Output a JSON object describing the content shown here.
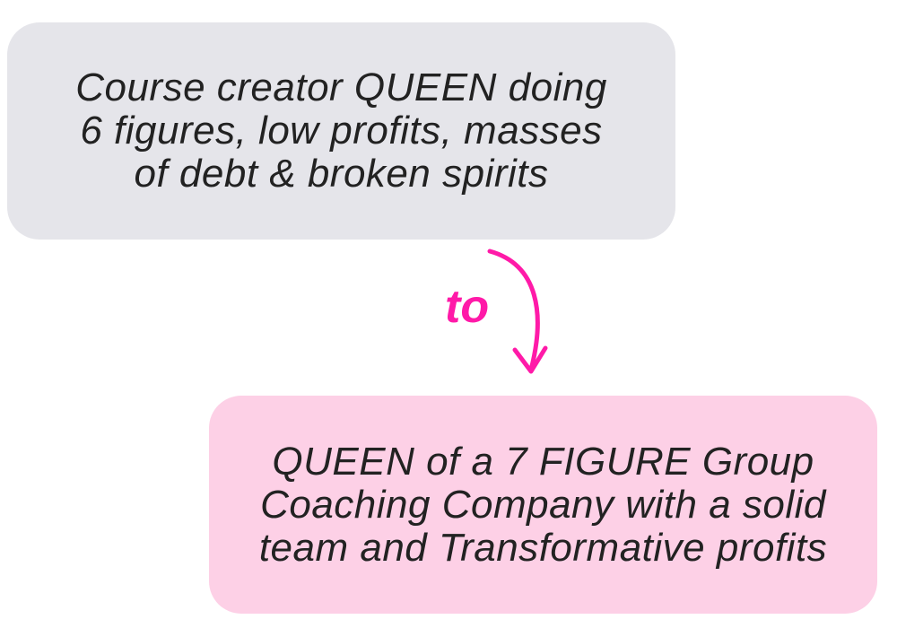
{
  "diagram": {
    "from_box": {
      "text": "Course creator QUEEN doing\n6 figures, low profits, masses\nof debt & broken spirits"
    },
    "connector": {
      "label": "to",
      "color": "#ff1aa8",
      "icon": "curved-arrow-down-icon"
    },
    "to_box": {
      "text": "QUEEN of a 7 FIGURE Group\nCoaching Company with a solid\nteam and Transformative profits"
    }
  },
  "colors": {
    "from_box_bg": "#e5e5ea",
    "to_box_bg": "#fdd0e6",
    "accent": "#ff1aa8",
    "text": "#222222"
  }
}
